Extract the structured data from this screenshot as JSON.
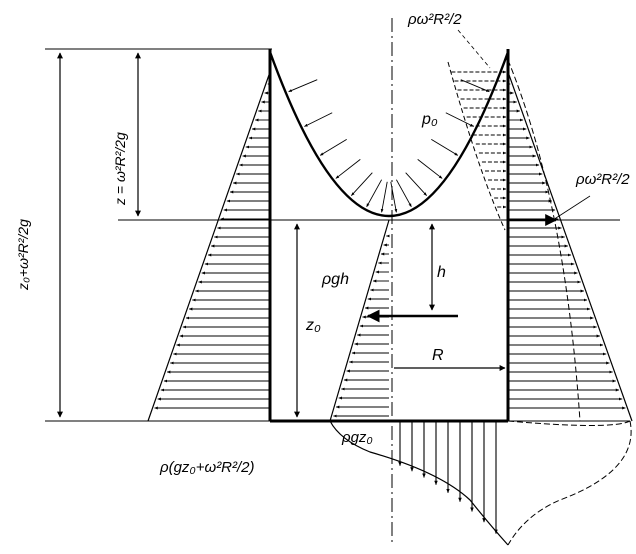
{
  "diagram": {
    "labels": {
      "p0": "p₀",
      "rho_g_h": "ρgh",
      "h": "h",
      "R": "R",
      "z0": "z₀",
      "rho_g_z0": "ρgz₀",
      "bottom_formula": "ρ(gz₀+ω²R²/2)",
      "top_dynamic": "ρω²R²/2",
      "right_dynamic": "ρω²R²/2",
      "z_formula": "z = ω²R²/2g",
      "total_formula": "z₀+ω²R²/2g"
    }
  }
}
